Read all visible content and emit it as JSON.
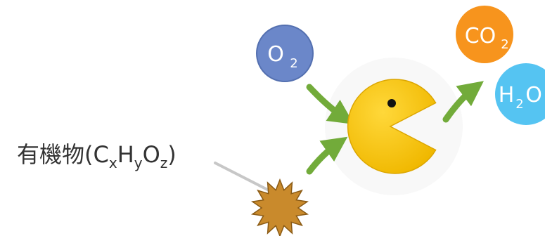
{
  "labels": {
    "organic_prefix": "有機物",
    "organic_formula": {
      "open": "(",
      "c": "C",
      "c_sub": "x",
      "h": "H",
      "h_sub": "y",
      "o": "O",
      "o_sub": "z",
      "close": ")"
    }
  },
  "molecules": {
    "oxygen": {
      "element": "O",
      "sub": "2"
    },
    "carbon_dioxide": {
      "element": "CO",
      "sub": "2"
    },
    "water": {
      "h": "H",
      "h_sub": "2",
      "o": "O"
    }
  },
  "colors": {
    "oxygen": "#6b87c9",
    "oxygen_edge": "#5470b0",
    "carbon_dioxide": "#f7941d",
    "water": "#55c4f2",
    "arrow": "#72ab3a",
    "pacman": "#f5c111",
    "pacman_edge": "#dca600",
    "organic": "#c98a2c",
    "organic_edge": "#8a5a14",
    "pointer": "#c7c7c7",
    "label": "#333333"
  },
  "icons": {
    "consumer": "pacman-icon",
    "organic_matter": "starburst-icon"
  }
}
